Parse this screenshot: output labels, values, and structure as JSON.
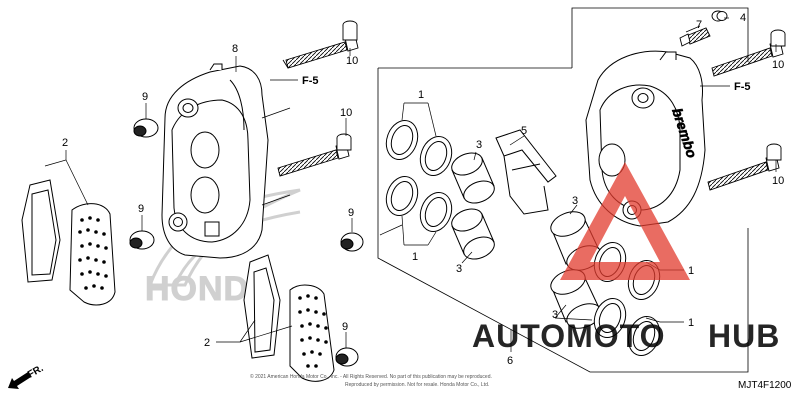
{
  "diagram": {
    "callouts": {
      "c1_top": "1",
      "c1_mid": "1",
      "c1_right_a": "1",
      "c1_right_b": "1",
      "c2_left": "2",
      "c2_bottom": "2",
      "c3_left": "3",
      "c3_right_a": "3",
      "c3_right_b": "3",
      "c3_right_c": "3",
      "c4": "4",
      "c5": "5",
      "c6": "6",
      "c7": "7",
      "c8": "8",
      "c9_a": "9",
      "c9_b": "9",
      "c9_c": "9",
      "c9_d": "9",
      "c10_a": "10",
      "c10_b": "10",
      "c10_c": "10",
      "c10_d": "10"
    },
    "f5_left": "F-5",
    "f5_right": "F-5",
    "fr_label": "FR.",
    "honda_watermark": "HONDA",
    "caliper_brand": "brembo",
    "diagram_code": "MJT4F1200",
    "copyright_line1": "© 2021 American Honda Motor Co., Inc. - All Rights Reserved. No part of this publication may be reproduced.",
    "copyright_line2": "Reproduced by permission. Not for resale. Honda Motor Co., Ltd."
  },
  "watermark": {
    "left_text": "AUTOMOTO",
    "right_text": "HUB",
    "left_color": "#f2a93b",
    "right_color": "#4a4a4a",
    "triangle_color": "#e23b2e"
  }
}
